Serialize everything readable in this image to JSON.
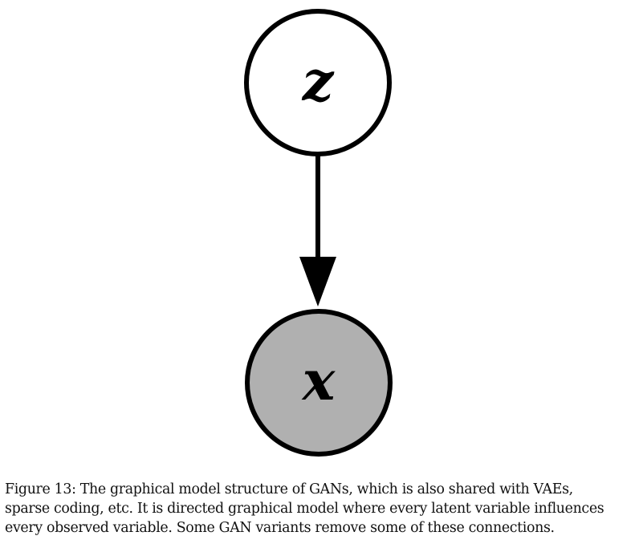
{
  "diagram": {
    "nodes": [
      {
        "id": "z",
        "label": "z",
        "role": "latent",
        "fill": "#ffffff"
      },
      {
        "id": "x",
        "label": "x",
        "role": "observed",
        "fill": "#b0b0b0"
      }
    ],
    "edges": [
      {
        "from": "z",
        "to": "x"
      }
    ]
  },
  "caption": {
    "lines": [
      "Figure 13: The graphical model structure of GANs, which is also shared with VAEs,",
      "sparse coding, etc. It is directed graphical model where every latent variable influences",
      "every observed variable. Some GAN variants remove some of these connections."
    ]
  }
}
